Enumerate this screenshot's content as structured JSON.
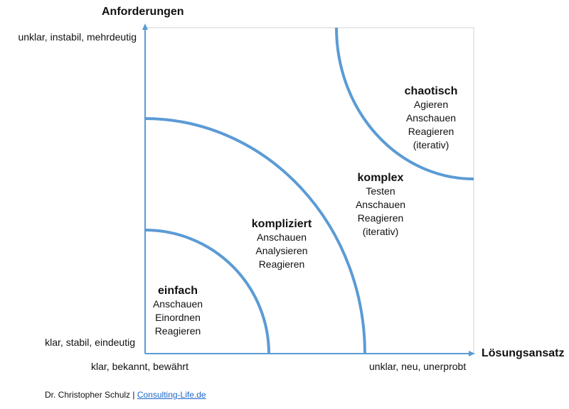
{
  "axes": {
    "y_title": "Anforderungen",
    "y_high": "unklar, instabil, mehrdeutig",
    "y_low": "klar, stabil, eindeutig",
    "x_title": "Lösungsansatz",
    "x_low": "klar, bekannt, bewährt",
    "x_high": "unklar, neu, unerprobt"
  },
  "zones": [
    {
      "title": "einfach",
      "lines": [
        "Anschauen",
        "Einordnen",
        "Reagieren"
      ]
    },
    {
      "title": "kompliziert",
      "lines": [
        "Anschauen",
        "Analysieren",
        "Reagieren"
      ]
    },
    {
      "title": "komplex",
      "lines": [
        "Testen",
        "Anschauen",
        "Reagieren",
        "(iterativ)"
      ]
    },
    {
      "title": "chaotisch",
      "lines": [
        "Agieren",
        "Anschauen",
        "Reagieren",
        "(iterativ)"
      ]
    }
  ],
  "footer": {
    "author": "Dr. Christopher Schulz |",
    "link": "Consulting-Life.de"
  },
  "colors": {
    "accent": "#5b9bd5",
    "frame": "#d0d0d0"
  }
}
